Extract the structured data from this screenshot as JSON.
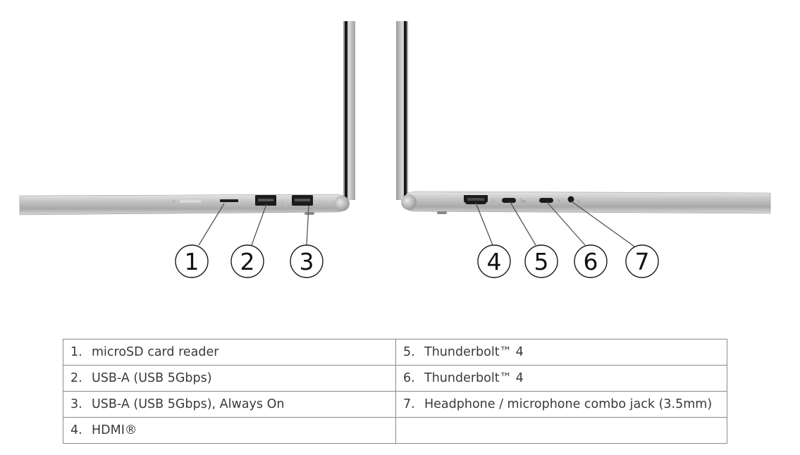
{
  "callouts": [
    "1",
    "2",
    "3",
    "4",
    "5",
    "6",
    "7"
  ],
  "ports": {
    "left": [
      {
        "num": "1.",
        "label": "microSD card reader"
      },
      {
        "num": "2.",
        "label": "USB-A (USB 5Gbps)"
      },
      {
        "num": "3.",
        "label": "USB-A (USB 5Gbps), Always On"
      },
      {
        "num": "4.",
        "label": "HDMI®"
      }
    ],
    "right": [
      {
        "num": "5.",
        "label": "Thunderbolt™ 4"
      },
      {
        "num": "6.",
        "label": "Thunderbolt™ 4"
      },
      {
        "num": "7.",
        "label": "Headphone / microphone combo jack (3.5mm)"
      },
      {
        "num": "",
        "label": ""
      }
    ]
  }
}
